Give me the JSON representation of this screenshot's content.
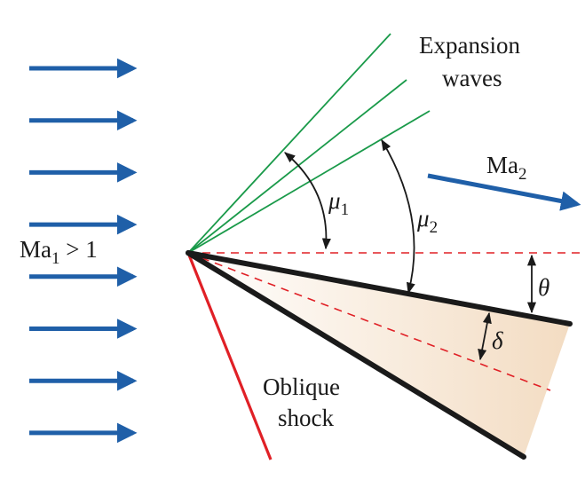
{
  "labels": {
    "expansion_line1": "Expansion",
    "expansion_line2": "waves",
    "ma2_base": "Ma",
    "ma2_sub": "2",
    "ma1_base": "Ma",
    "ma1_sub": "1",
    "ma1_rest": " > 1",
    "mu1_base": "μ",
    "mu1_sub": "1",
    "mu2_base": "μ",
    "mu2_sub": "2",
    "theta": "θ",
    "delta": "δ",
    "oblique_line1": "Oblique",
    "oblique_line2": "shock"
  },
  "colors": {
    "flow_arrow": "#1f5fa8",
    "expansion_wave": "#1a9a4a",
    "shock": "#e02026",
    "reference_dashed": "#e02026",
    "wedge_edge": "#1a1a1a",
    "wedge_fill_inner": "#f3dcc2",
    "wedge_fill_outer": "#ffffff",
    "angle_arrow": "#1a1a1a"
  },
  "incoming_flow_arrow_count": 8
}
